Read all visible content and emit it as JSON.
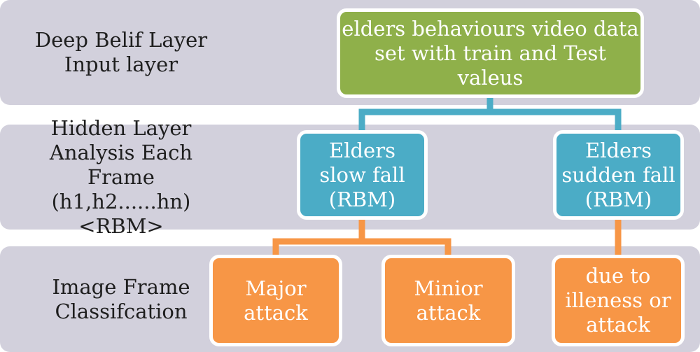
{
  "colors": {
    "band": "#d2d0dc",
    "green": "#8fb04a",
    "teal": "#4bacc6",
    "orange": "#f79646",
    "connector_teal": "#4bacc6",
    "connector_orange": "#f79646"
  },
  "bands": [
    {
      "label": "Deep Belif Layer\nInput layer"
    },
    {
      "label": "Hidden Layer\nAnalysis Each\nFrame\n(h1,h2......hn)\n<RBM>"
    },
    {
      "label": "Image Frame\nClassifcation"
    }
  ],
  "nodes": {
    "root": {
      "label": "elders behaviours video data\nset with train and Test valeus"
    },
    "slow_fall": {
      "label": "Elders\nslow fall\n(RBM)"
    },
    "sudden_fall": {
      "label": "Elders\nsudden fall\n(RBM)"
    },
    "major_attack": {
      "label": "Major\nattack"
    },
    "minior_attack": {
      "label": "Minior\nattack"
    },
    "illeness": {
      "label": "due to\nilleness or\nattack"
    }
  }
}
